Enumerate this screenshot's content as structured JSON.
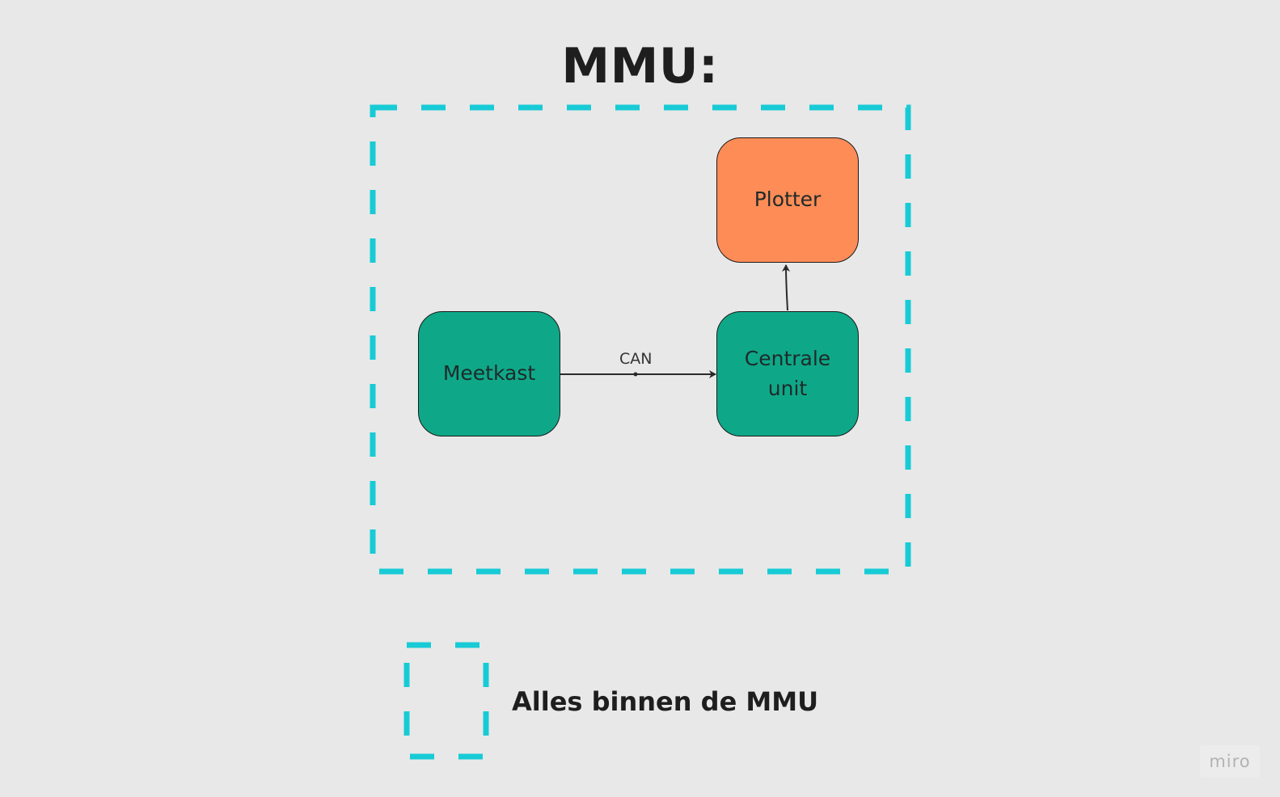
{
  "title": "MMU:",
  "colors": {
    "background": "#e8e8e8",
    "boundary": "#17cbd6",
    "node_green": "#0ea888",
    "node_orange": "#fd8c57",
    "text_dark": "#1e1e1e"
  },
  "nodes": {
    "meetkast": {
      "label": "Meetkast"
    },
    "centrale": {
      "label": "Centrale\nunit"
    },
    "plotter": {
      "label": "Plotter"
    }
  },
  "edges": [
    {
      "from": "Meetkast",
      "to": "Centrale unit",
      "label": "CAN"
    },
    {
      "from": "Centrale unit",
      "to": "Plotter",
      "label": ""
    }
  ],
  "legend": {
    "label": "Alles binnen de MMU"
  },
  "watermark": "miro"
}
